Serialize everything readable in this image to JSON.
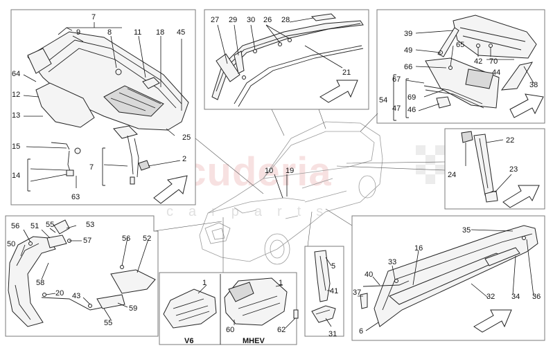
{
  "watermark": {
    "brand": "scuderia",
    "sub": "carparts"
  },
  "groups": {
    "v6": "V6",
    "mhev": "MHEV"
  },
  "parts": {
    "p7": "7",
    "p9": "9",
    "p8": "8",
    "p11": "11",
    "p18": "18",
    "p45": "45",
    "p64": "64",
    "p12": "12",
    "p13": "13",
    "p25": "25",
    "p15": "15",
    "p14": "14",
    "p63": "63",
    "p7b": "7",
    "p2": "2",
    "p27": "27",
    "p29": "29",
    "p30": "30",
    "p26": "26",
    "p28": "28",
    "p21": "21",
    "p39": "39",
    "p49": "49",
    "p65": "65",
    "p66": "66",
    "p42": "42",
    "p70": "70",
    "p44": "44",
    "p38": "38",
    "p67": "67",
    "p54": "54",
    "p69": "69",
    "p47": "47",
    "p46": "46",
    "p22": "22",
    "p24": "24",
    "p23": "23",
    "p10": "10",
    "p19": "19",
    "p56": "56",
    "p51": "51",
    "p55": "55",
    "p53": "53",
    "p50": "50",
    "p57": "57",
    "p58": "58",
    "p20": "20",
    "p43": "43",
    "p59": "59",
    "p55b": "55",
    "p56b": "56",
    "p52": "52",
    "p1a": "1",
    "p60": "60",
    "p1b": "1",
    "p62": "62",
    "p5": "5",
    "p41": "41",
    "p31": "31",
    "p35": "35",
    "p16": "16",
    "p33": "33",
    "p40": "40",
    "p37": "37",
    "p32": "32",
    "p34": "34",
    "p36": "36",
    "p6": "6"
  }
}
